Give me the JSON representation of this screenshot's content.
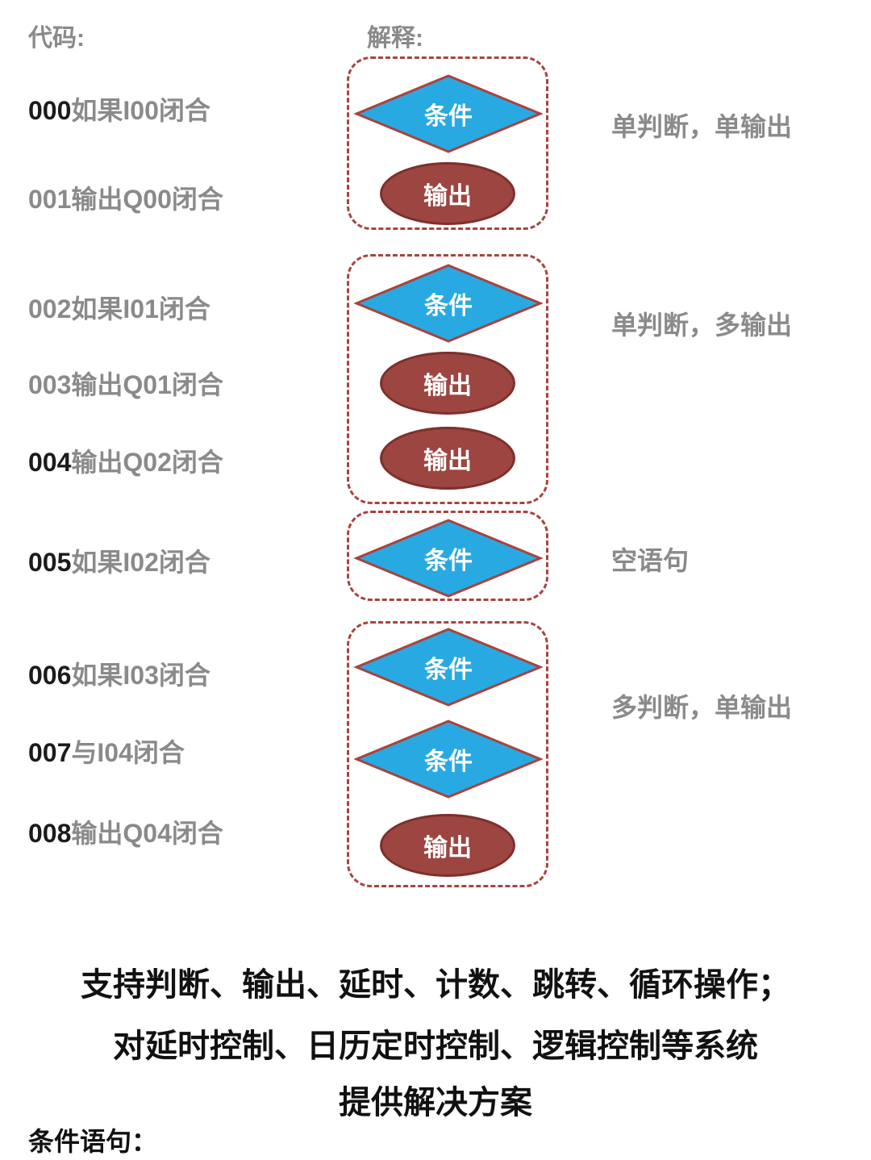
{
  "header": {
    "code_label": "代码:",
    "explain_label": "解释:"
  },
  "code_lines": [
    {
      "num": "000",
      "text": "如果I00闭合"
    },
    {
      "num": "001",
      "text": "输出Q00闭合"
    },
    {
      "num": "002",
      "text": "如果I01闭合"
    },
    {
      "num": "003",
      "text": "输出Q01闭合"
    },
    {
      "num": "004",
      "text": "输出Q02闭合"
    },
    {
      "num": "005",
      "text": "如果I02闭合"
    },
    {
      "num": "006",
      "text": "如果I03闭合"
    },
    {
      "num": "007",
      "text": "与I04闭合"
    },
    {
      "num": "008",
      "text": "输出Q04闭合"
    }
  ],
  "groups": [
    {
      "annotation": "单判断，单输出",
      "shapes": [
        {
          "type": "diamond",
          "label": "条件"
        },
        {
          "type": "ellipse",
          "label": "输出"
        }
      ]
    },
    {
      "annotation": "单判断，多输出",
      "shapes": [
        {
          "type": "diamond",
          "label": "条件"
        },
        {
          "type": "ellipse",
          "label": "输出"
        },
        {
          "type": "ellipse",
          "label": "输出"
        }
      ]
    },
    {
      "annotation": "空语句",
      "shapes": [
        {
          "type": "diamond",
          "label": "条件"
        }
      ]
    },
    {
      "annotation": "多判断，单输出",
      "shapes": [
        {
          "type": "diamond",
          "label": "条件"
        },
        {
          "type": "diamond",
          "label": "条件"
        },
        {
          "type": "ellipse",
          "label": "输出"
        }
      ]
    }
  ],
  "footer": {
    "lines": [
      "支持判断、输出、延时、计数、跳转、循环操作；",
      "对延时控制、日历定时控制、逻辑控制等系统",
      "提供解决方案"
    ],
    "condition_label": "条件语句："
  },
  "colors": {
    "diamond_fill": "#29a9e1",
    "diamond_border": "#a8433e",
    "ellipse_fill": "#9c4541",
    "ellipse_border": "#7e2f2c",
    "dashed_border": "#a8433e",
    "gray_text": "#8a8a8a",
    "dark_text": "#1b1b1b"
  }
}
